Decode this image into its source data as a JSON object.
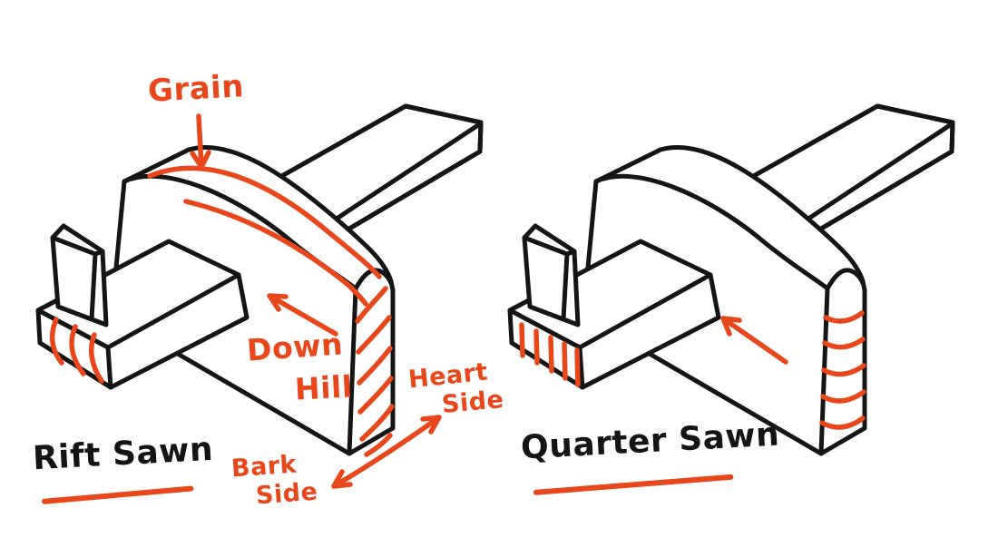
{
  "colors": {
    "background": "#ffffff",
    "ink": "#151515",
    "accent": "#e8461b"
  },
  "panels": [
    {
      "title": "Rift Sawn",
      "labels": {
        "grain": "Grain",
        "downhill": [
          "Down",
          "Hill"
        ],
        "heart_side": [
          "Heart",
          "Side"
        ],
        "bark_side": [
          "Bark",
          "Side"
        ]
      },
      "icons": {
        "grain_arrow": "arrow-down",
        "downhill_arrow": "arrow-up-left",
        "heart_bark_arrow": "arrow-double-ended-diagonal"
      }
    },
    {
      "title": "Quarter Sawn",
      "labels": {},
      "icons": {
        "planing_arrow": "arrow-up-left"
      }
    }
  ]
}
